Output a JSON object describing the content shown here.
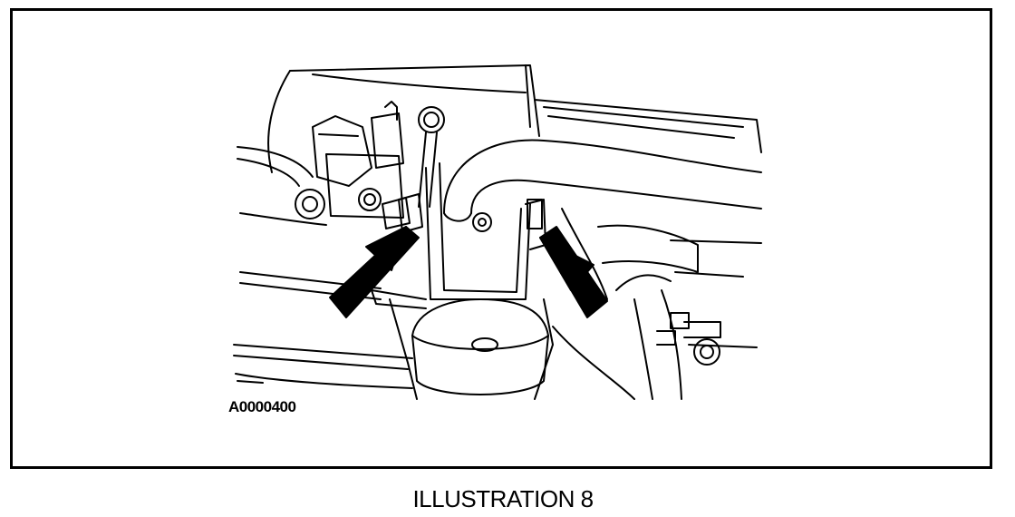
{
  "figure": {
    "reference_code": "A0000400",
    "caption": "ILLUSTRATION 8"
  },
  "colors": {
    "line": "#000000",
    "background": "#ffffff"
  },
  "icons": [
    "arrow-left-nut",
    "arrow-right-nut"
  ]
}
